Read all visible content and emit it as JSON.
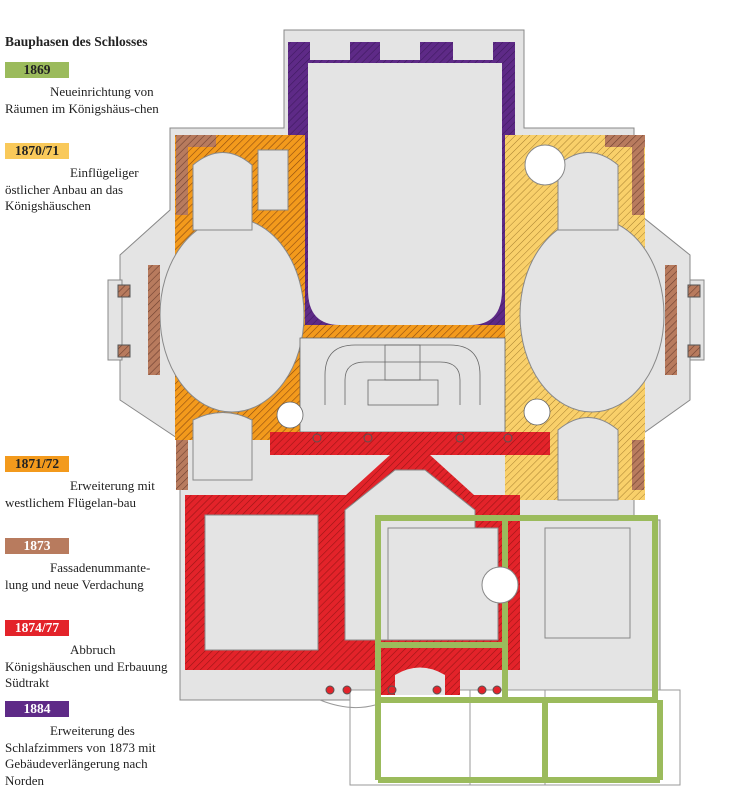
{
  "legend": {
    "title": "Bauphasen des Schlosses",
    "phases": [
      {
        "year": "1869",
        "text": "Neueinrichtung von Räumen im Königshäus-chen",
        "color": "#9bbb5c",
        "text_color": "#222222"
      },
      {
        "year": "1870/71",
        "text": "Einflügeliger östlicher Anbau an das Königshäuschen",
        "color": "#f9c95a",
        "text_color": "#222222"
      },
      {
        "year": "1871/72",
        "text": "Erweiterung mit westlichem Flügelan-bau",
        "color": "#f39a1c",
        "text_color": "#222222"
      },
      {
        "year": "1873",
        "text": "Fassadenummante-lung und neue Verdachung",
        "color": "#b87b5e",
        "text_color": "#ffffff"
      },
      {
        "year": "1874/77",
        "text": "Abbruch Königshäuschen und Erbauung Südtrakt",
        "color": "#e3232a",
        "text_color": "#ffffff"
      },
      {
        "year": "1884",
        "text": "Erweiterung des Schlafzimmers von 1873 mit Gebäudeverlängerung nach Norden",
        "color": "#5e2a87",
        "text_color": "#ffffff"
      }
    ]
  }
}
